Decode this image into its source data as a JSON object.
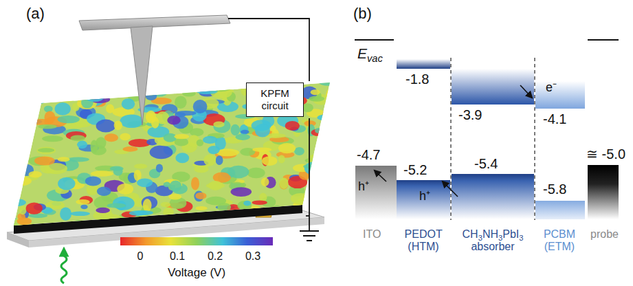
{
  "diagram": {
    "nodes": [
      {
        "text": [
          "KPFM circuit"
        ]
      }
    ],
    "labels": [
      "(a)",
      "(b)",
      "0",
      "0.1",
      "0.2",
      "0.3",
      "Voltage (V)",
      "Evac",
      "-1.8",
      "-3.9",
      "e⁻",
      "-4.1",
      "-4.7",
      "h⁺",
      "-5.2",
      "h⁺",
      "-5.4",
      "-5.8",
      "≅ -5.0",
      "ITO",
      "PEDOT (HTM)",
      "CH3NH3PbI3 absorber",
      "PCBM (ETM)",
      "probe"
    ]
  }
}
